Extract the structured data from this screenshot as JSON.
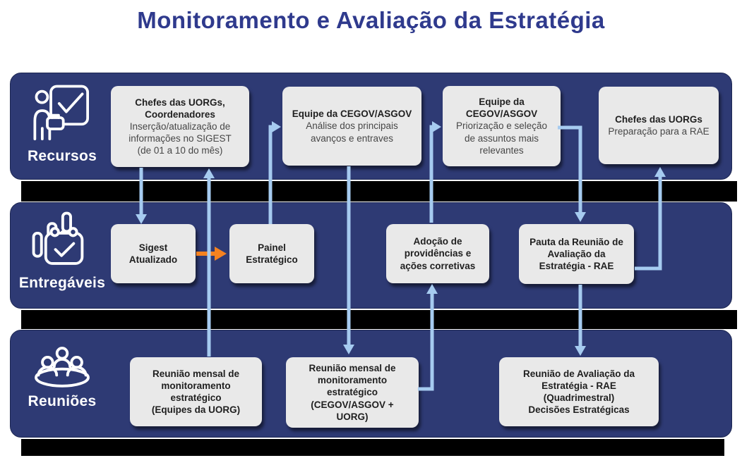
{
  "title": "Monitoramento e Avaliação da Estratégia",
  "colors": {
    "title_text": "#2f3a8d",
    "lane_bg": "#2e3a74",
    "lane_label": "#ffffff",
    "node_bg": "#e9e9e9",
    "node_title_text": "#1f1f1f",
    "node_body_text": "#474747",
    "arrow_blue": "#a6cbf0",
    "arrow_orange": "#f58220",
    "gap_shadow": "#000000"
  },
  "lanes": [
    {
      "label": "Recursos",
      "icon": "person-checklist-icon"
    },
    {
      "label": "Entregáveis",
      "icon": "chart-calendar-icon"
    },
    {
      "label": "Reuniões",
      "icon": "people-table-icon"
    }
  ],
  "boxes": {
    "chefes_coordenadores": {
      "title": "Chefes das UORGs,\nCoordenadores",
      "body": "Inserção/atualização de\ninformações no SIGEST\n(de 01 a 10 do mês)"
    },
    "equipe_analise": {
      "title": "Equipe da CEGOV/ASGOV",
      "body": "Análise dos principais\navanços e entraves"
    },
    "equipe_priorizacao": {
      "title": "Equipe da\nCEGOV/ASGOV",
      "body": "Priorização e seleção\nde assuntos mais\nrelevantes"
    },
    "chefes_preparacao": {
      "title": "Chefes das UORGs",
      "body": "Preparação para a RAE"
    },
    "sigest": {
      "title": "Sigest\nAtualizado"
    },
    "painel": {
      "title": "Painel\nEstratégico"
    },
    "adocao": {
      "title": "Adoção de\nprovidências e\nações corretivas"
    },
    "pauta": {
      "title": "Pauta da Reunião de\nAvaliação da\nEstratégia - RAE"
    },
    "reuniao_uorg": {
      "title": "Reunião mensal de\nmonitoramento\nestratégico\n(Equipes da UORG)"
    },
    "reuniao_cegov": {
      "title": "Reunião mensal de\nmonitoramento\nestratégico\n(CEGOV/ASGOV +\nUORG)"
    },
    "reuniao_rae": {
      "title": "Reunião de Avaliação da\nEstratégia - RAE\n(Quadrimestral)\nDecisões Estratégicas"
    }
  }
}
